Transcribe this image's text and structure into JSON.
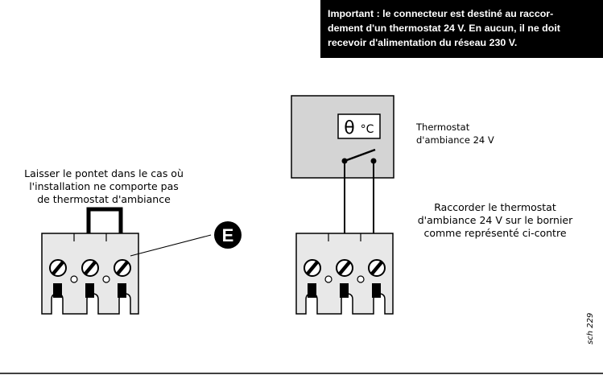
{
  "notice": {
    "lines": [
      "Important :  le connecteur est destiné au raccor-",
      "dement d'un thermostat 24 V. En aucun, il ne doit",
      "recevoir d'alimentation du réseau   230 V."
    ]
  },
  "left_label": {
    "lines": [
      "Laisser le pontet dans le cas où",
      "l'installation ne comporte pas",
      "de thermostat d'ambiance"
    ]
  },
  "marker_letter": "E",
  "thermostat": {
    "display_symbol": "θ",
    "unit": "°C",
    "lines": [
      "Thermostat",
      "d'ambiance 24 V"
    ]
  },
  "right_label": {
    "lines": [
      "Raccorder le  thermostat",
      "d'ambiance 24 V sur le bornier",
      "comme représenté ci-contre"
    ]
  },
  "reference_code": "sch 229",
  "colors": {
    "ink": "#000000",
    "notice_bg": "#000000",
    "notice_text": "#ffffff",
    "thermostat_box": "#d4d4d4",
    "terminal_block": "#e8e8e8"
  }
}
